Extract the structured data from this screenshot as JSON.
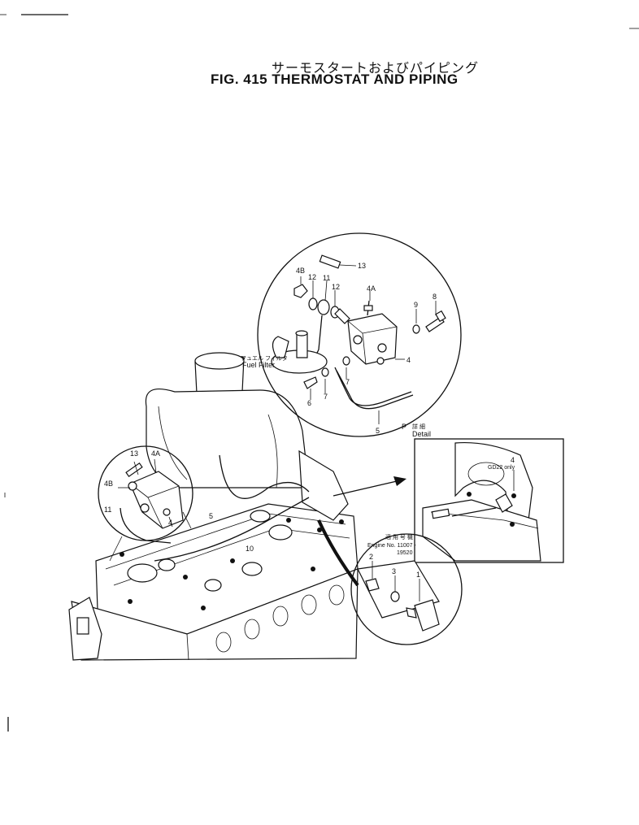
{
  "header": {
    "title_jp": "サーモスタートおよびパイピング",
    "title_en": "FIG. 415  THERMOSTAT AND PIPING"
  },
  "callouts": {
    "c13_top": "13",
    "c4B_top": "4B",
    "c12_a": "12",
    "c12_b": "12",
    "c11_top": "11",
    "c4A_top": "4A",
    "c9": "9",
    "c8": "8",
    "c4_top": "4",
    "c6": "6",
    "c7_a": "7",
    "c7_b": "7",
    "c5_top": "5",
    "fuel_filter_jp": "フュエル フィルタ",
    "fuel_filter_en": "Fuel Filter",
    "p_letter": "P",
    "detail_jp": "詳 細",
    "detail_en": "Detail",
    "c13_left": "13",
    "c4A_left": "4A",
    "c4B_left": "4B",
    "c11_left": "11",
    "c4_left": "4",
    "c5_main": "5",
    "c10": "10",
    "c4_right": "4",
    "gd22_only": "GD22 only",
    "serial_jp": "適 用 号 機",
    "engine_no": "Engine No. 11007 -",
    "engine_no_end": "19520",
    "c2": "2",
    "c3": "3",
    "c1": "1"
  }
}
